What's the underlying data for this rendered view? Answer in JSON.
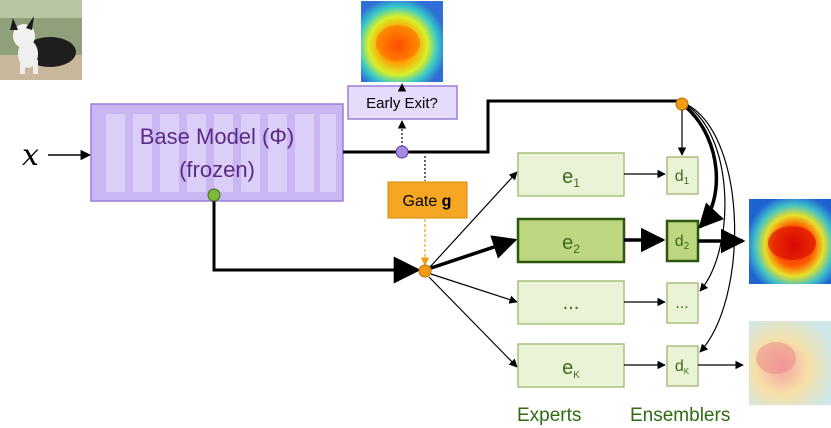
{
  "input_label": "x",
  "base_model": {
    "line1": "Base Model (Φ)",
    "line2": "(frozen)"
  },
  "early_exit": {
    "label": "Early Exit?"
  },
  "gate": {
    "prefix": "Gate ",
    "symbol": "g"
  },
  "experts": [
    {
      "base": "e",
      "sub": "1",
      "highlight": false
    },
    {
      "base": "e",
      "sub": "2",
      "highlight": true
    },
    {
      "base": "...",
      "sub": "",
      "highlight": false
    },
    {
      "base": "e",
      "sub": "K",
      "highlight": false
    }
  ],
  "ensemblers": [
    {
      "base": "d",
      "sub": "1",
      "highlight": false
    },
    {
      "base": "d",
      "sub": "2",
      "highlight": true
    },
    {
      "base": "...",
      "sub": "",
      "highlight": false
    },
    {
      "base": "d",
      "sub": "K",
      "highlight": false
    }
  ],
  "section_labels": {
    "experts": "Experts",
    "ensemblers": "Ensemblers"
  },
  "images": [
    {
      "name": "input-dog-photo",
      "kind": "photo"
    },
    {
      "name": "early-exit-heatmap",
      "kind": "heatmap"
    },
    {
      "name": "output-heatmap-strong",
      "kind": "heatmap"
    },
    {
      "name": "output-heatmap-faded",
      "kind": "heatmap-faded"
    }
  ],
  "colors": {
    "base_fill": "#c9b6f2",
    "base_stroke": "#9b7fd9",
    "exit_fill": "#e6dbfb",
    "gate_fill": "#f5a623",
    "expert_fill": "#ebf3d7",
    "expert_stroke": "#a9c07e",
    "expert_highlight_fill": "#bcd77f",
    "expert_highlight_stroke": "#2f5610",
    "router_node": "#f39c12",
    "base_out_node": "#7cb83a",
    "exit_node": "#a68be0"
  }
}
